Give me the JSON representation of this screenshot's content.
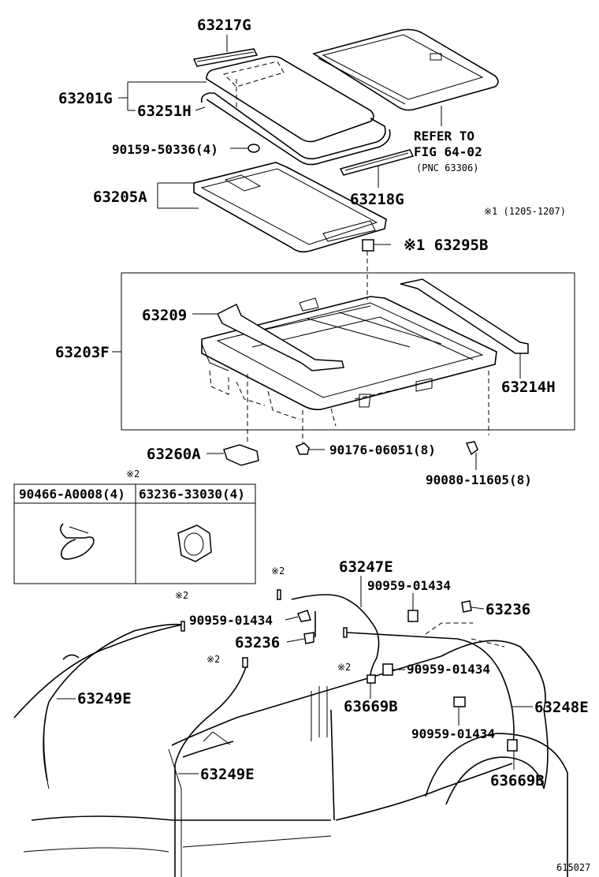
{
  "labels": {
    "p63217G": "63217G",
    "p63201G": "63201G",
    "p63251H": "63251H",
    "p90159": "90159-50336(4)",
    "refer_to": "REFER TO",
    "fig": "FIG 64-02",
    "pnc": "(PNC 63306)",
    "p63218G": "63218G",
    "p63205A": "63205A",
    "note1_range": "※1 (1205-1207)",
    "p63295B": "※1 63295B",
    "p63209": "63209",
    "p63203F": "63203F",
    "p63214H": "63214H",
    "p63260A": "63260A",
    "p90176": "90176-06051(8)",
    "p90080": "90080-11605(8)",
    "note2_a": "※2",
    "box_left": "90466-A0008(4)",
    "box_right": "63236-33030(4)",
    "p63247E": "63247E",
    "note2_b": "※2",
    "p90959_a": "90959-01434",
    "p63236_a": "63236",
    "note2_c": "※2",
    "p90959_b": "90959-01434",
    "p63236_b": "63236",
    "note2_d": "※2",
    "note2_e": "※2",
    "p90959_c": "90959-01434",
    "p63249E_a": "63249E",
    "p63669B_a": "63669B",
    "p63248E": "63248E",
    "p90959_d": "90959-01434",
    "p63249E_b": "63249E",
    "p63669B_b": "63669B",
    "fig_no": "615027"
  }
}
